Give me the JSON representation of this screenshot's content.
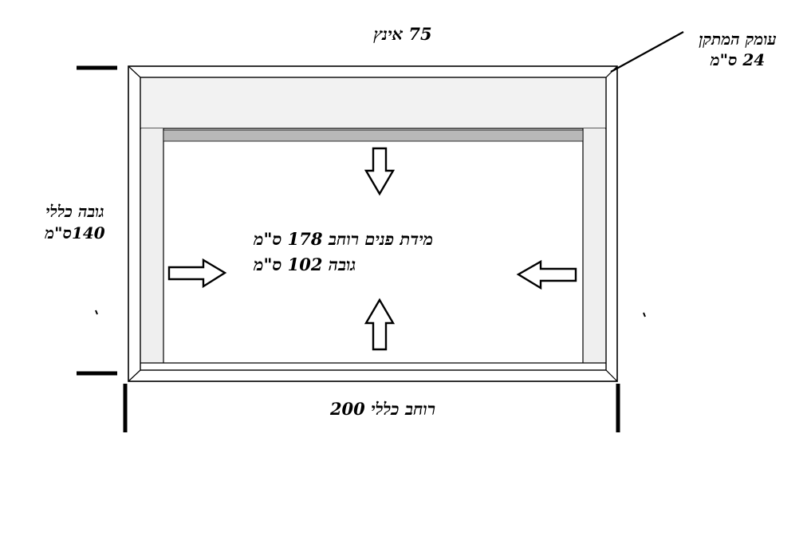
{
  "diagram": {
    "title_semantic": "installation-dimensions-diagram",
    "labels": {
      "top_width": "75 אינץ",
      "depth_title": "עומק המתקן",
      "depth_value": "24 ס\"מ",
      "height_title": "גובה כללי",
      "height_value": "140ס\"מ",
      "inner_width": "מידת פנים  רוחב 178 ס\"מ",
      "inner_height": "גובה 102 ס\"מ",
      "bottom_width": "רוחב כללי 200"
    },
    "dimensions": {
      "screen_size_inches": 75,
      "device_depth_cm": 24,
      "overall_height_cm": 140,
      "inner_width_cm": 178,
      "inner_height_cm": 102,
      "overall_width_cm": 200
    },
    "icons": [
      "arrow-down-icon",
      "arrow-up-icon",
      "arrow-right-icon",
      "arrow-left-icon"
    ],
    "colors": {
      "background": "#ffffff",
      "line": "#000000",
      "frame_band": "#ffffff",
      "top_panel": "#f2f2f2",
      "side_jamb": "#efefef",
      "bottom_sill": "#fafafa",
      "roller_bar": "#b8b8b8",
      "arrow_fill": "#ffffff"
    }
  }
}
